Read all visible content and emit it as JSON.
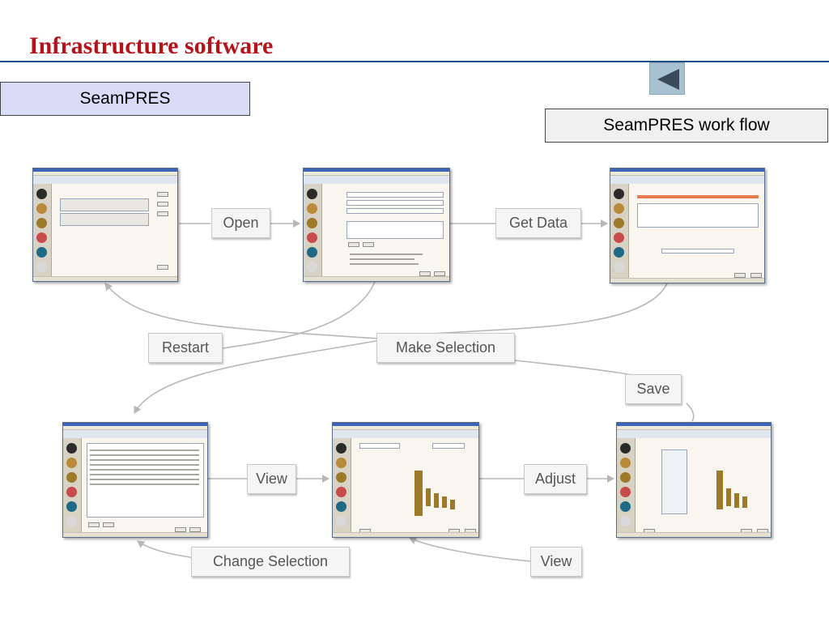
{
  "title": "Infrastructure software",
  "product": "SeamPRES",
  "workflow": "SeamPRES work flow",
  "back_button": {
    "icon": "back-triangle-icon"
  },
  "steps": {
    "open": "Open",
    "get_data": "Get Data",
    "restart": "Restart",
    "make_selection": "Make Selection",
    "save": "Save",
    "view_left": "View",
    "adjust": "Adjust",
    "change_selection": "Change Selection",
    "view_bottom": "View"
  },
  "colors": {
    "title": "#b5121b",
    "rule": "#1f4e8c",
    "product_fill": "#d9dcf7",
    "workflow_fill": "#f0f0f0",
    "arrow": "#b8b8b8"
  }
}
